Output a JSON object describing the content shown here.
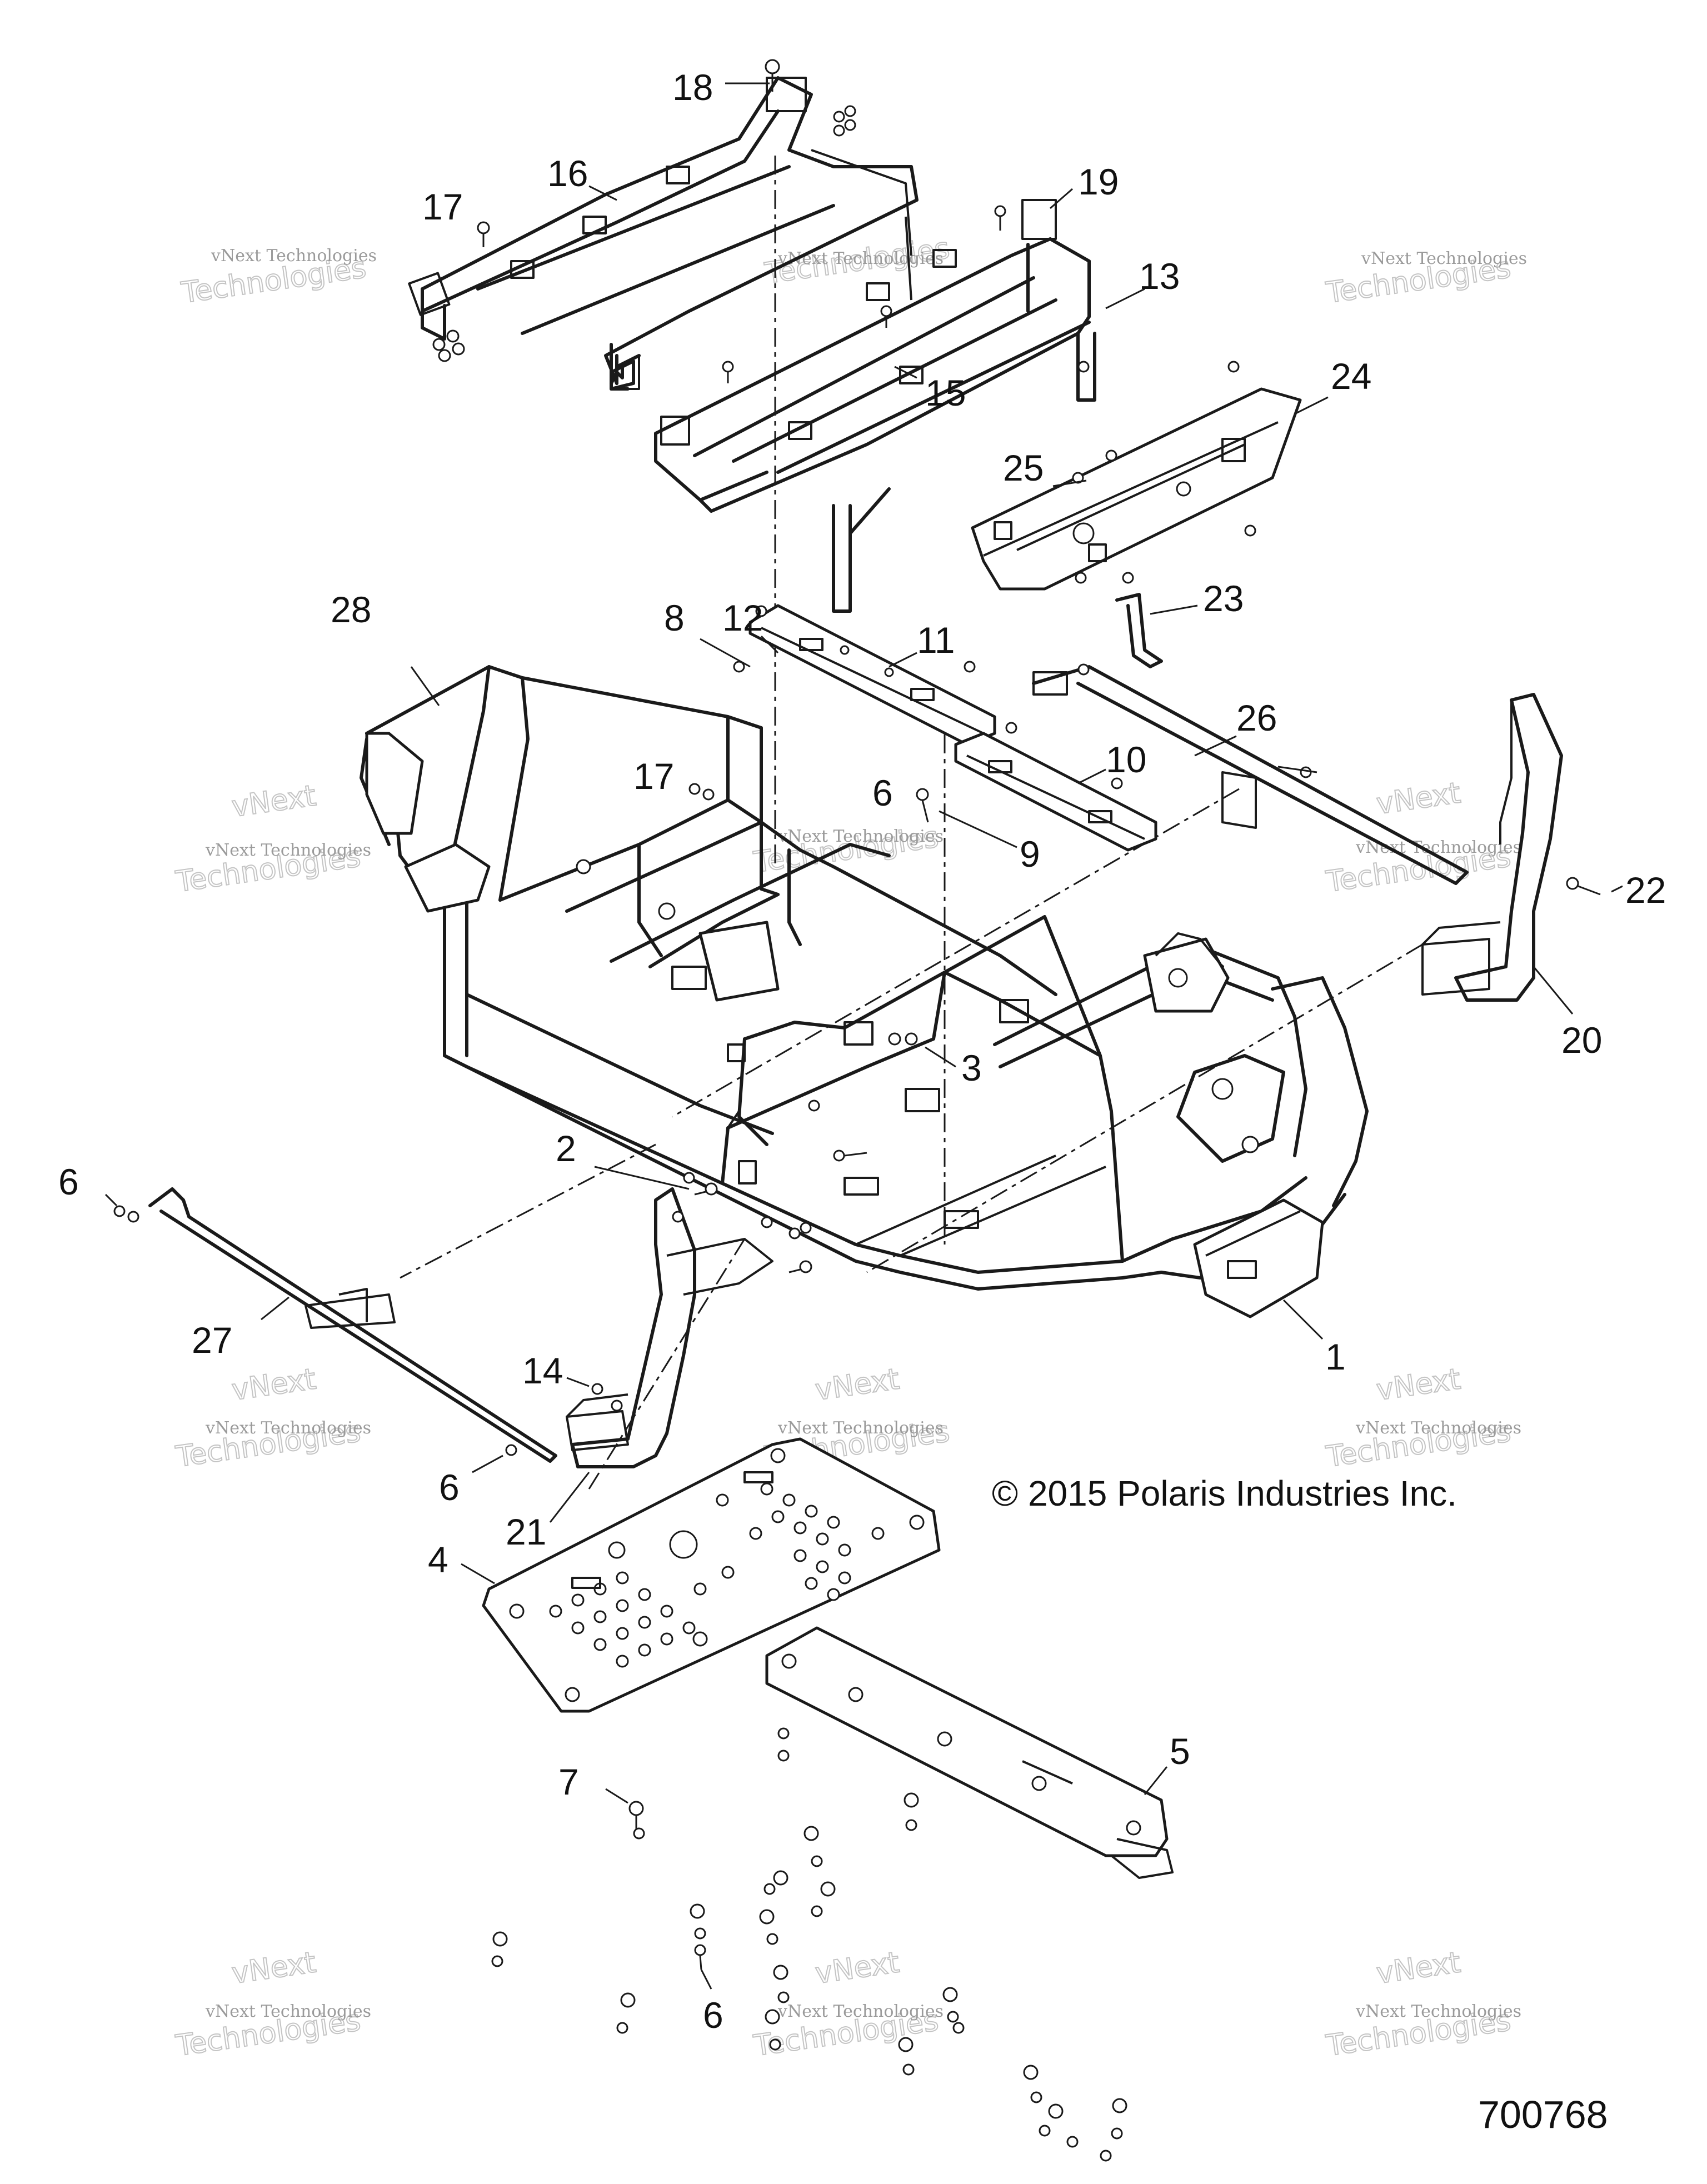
{
  "callouts": {
    "c1": "1",
    "c2": "2",
    "c3": "3",
    "c4": "4",
    "c5": "5",
    "c6a": "6",
    "c6b": "6",
    "c6c": "6",
    "c6d": "6",
    "c7": "7",
    "c8": "8",
    "c9": "9",
    "c10": "10",
    "c11": "11",
    "c12": "12",
    "c13": "13",
    "c14": "14",
    "c15": "15",
    "c16": "16",
    "c17a": "17",
    "c17b": "17",
    "c18": "18",
    "c19": "19",
    "c20": "20",
    "c21": "21",
    "c22": "22",
    "c23": "23",
    "c24": "24",
    "c25": "25",
    "c26": "26",
    "c27": "27",
    "c28": "28"
  },
  "copyright": "© 2015 Polaris Industries Inc.",
  "diagram_number": "700768",
  "watermark": {
    "line1": "vNext Technologies",
    "line2a": "vNext",
    "line2b": "Technologies"
  }
}
